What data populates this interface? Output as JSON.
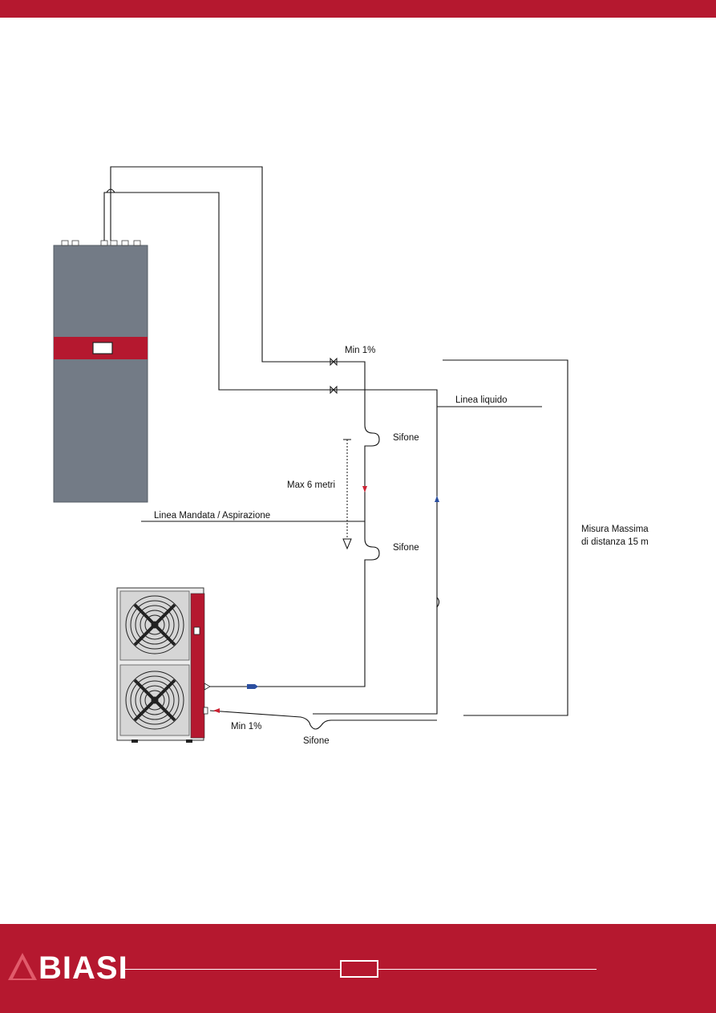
{
  "labels": {
    "min1_top": "Min 1%",
    "linea_liquido": "Linea liquido",
    "sifone_1": "Sifone",
    "max_6_metri": "Max 6 metri",
    "linea_mandata": "Linea Mandata / Aspirazione",
    "sifone_2": "Sifone",
    "misura_line1": "Misura Massima",
    "misura_line2": "di distanza 15 m",
    "min1_bottom": "Min 1%",
    "sifone_3": "Sifone"
  },
  "footer": {
    "brand": "BIASI",
    "page_number": ""
  },
  "colors": {
    "brand_red": "#b5182f",
    "indoor_gray": "#737b86",
    "flow_blue": "#2b4fa0",
    "flow_red": "#cc2233"
  }
}
